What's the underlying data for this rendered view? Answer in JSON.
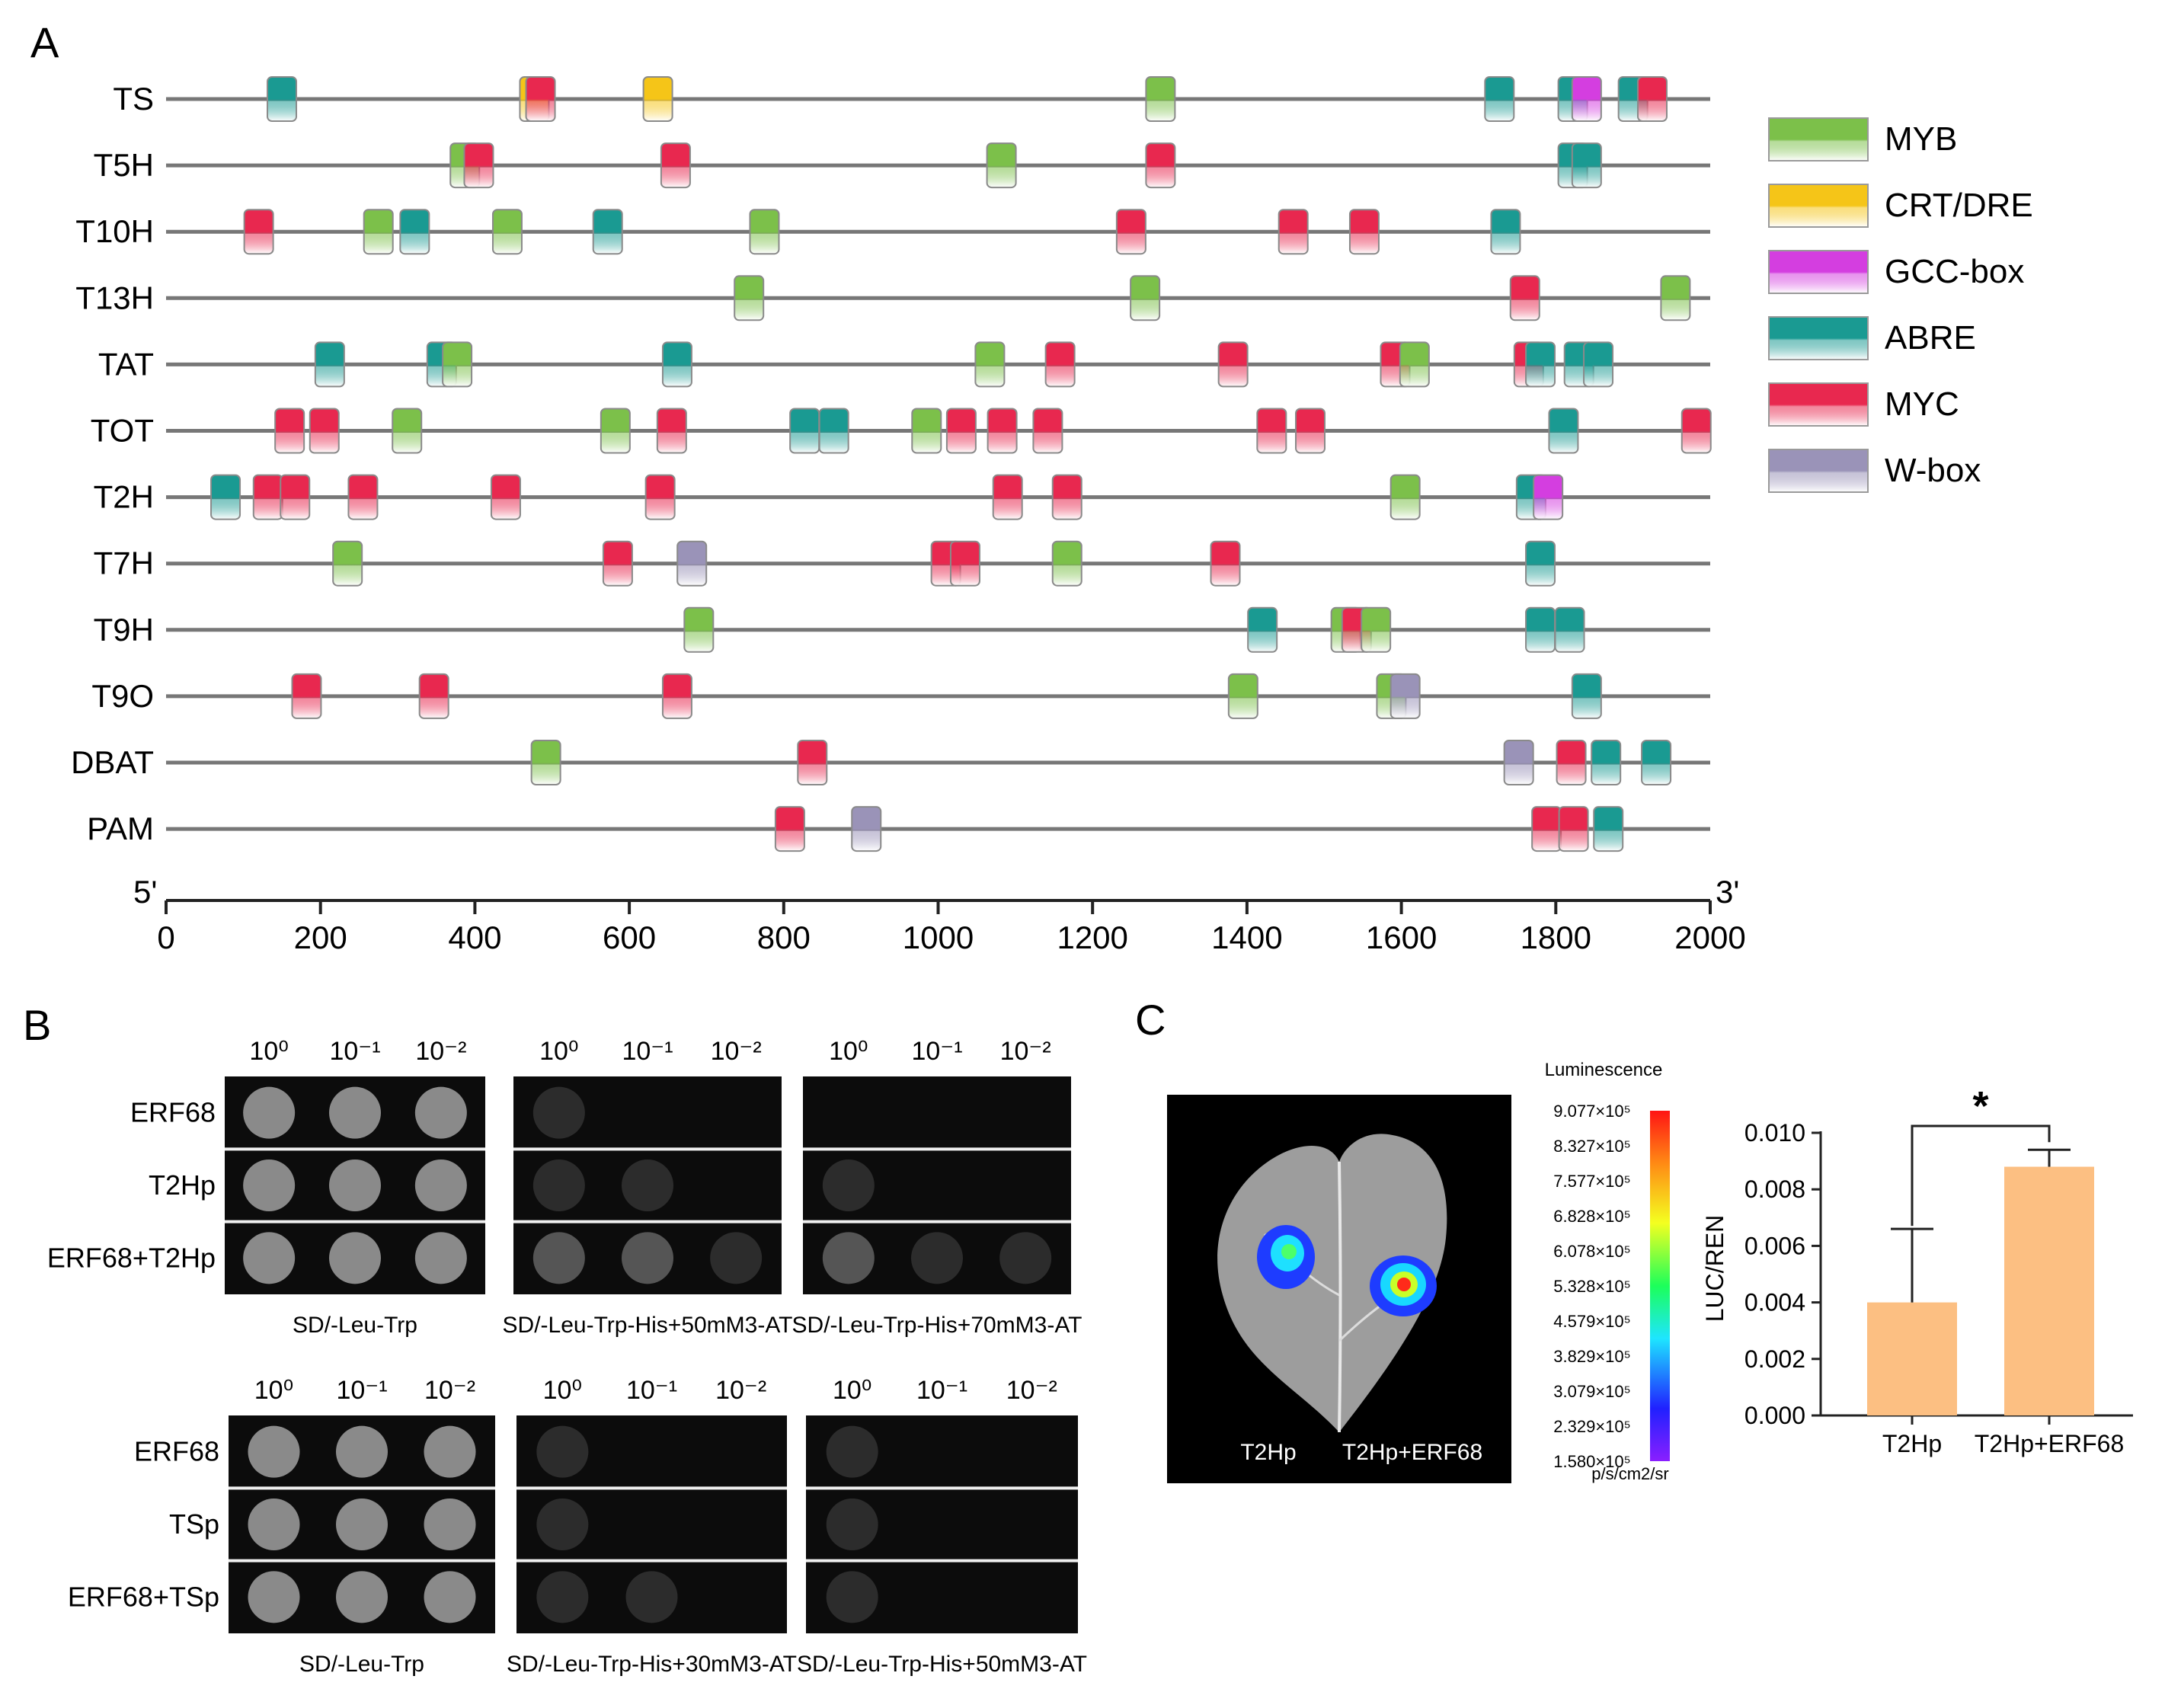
{
  "panel_a": {
    "label": "A",
    "axis_start_label": "5'",
    "axis_end_label": "3'",
    "ticks": [
      "0",
      "200",
      "400",
      "600",
      "800",
      "1000",
      "1200",
      "1400",
      "1600",
      "1800",
      "2000"
    ],
    "legend": [
      {
        "name": "MYB",
        "color": "#7cc04a"
      },
      {
        "name": "CRT/DRE",
        "color": "#f5c518"
      },
      {
        "name": "GCC-box",
        "color": "#d43ee0"
      },
      {
        "name": "ABRE",
        "color": "#1a9a92"
      },
      {
        "name": "MYC",
        "color": "#e8284f"
      },
      {
        "name": "W-box",
        "color": "#9a93b8"
      }
    ],
    "genes": [
      {
        "name": "TS",
        "elements": [
          [
            "ABRE",
            150
          ],
          [
            "CRT/DRE",
            477
          ],
          [
            "MYC",
            485
          ],
          [
            "CRT/DRE",
            637
          ],
          [
            "MYB",
            1288
          ],
          [
            "ABRE",
            1727
          ],
          [
            "ABRE",
            1822
          ],
          [
            "GCC-box",
            1840
          ],
          [
            "ABRE",
            1900
          ],
          [
            "MYC",
            1925
          ]
        ]
      },
      {
        "name": "T5H",
        "elements": [
          [
            "MYB",
            387
          ],
          [
            "MYC",
            405
          ],
          [
            "MYC",
            660
          ],
          [
            "MYB",
            1082
          ],
          [
            "MYC",
            1288
          ],
          [
            "ABRE",
            1822
          ],
          [
            "ABRE",
            1840
          ]
        ]
      },
      {
        "name": "T10H",
        "elements": [
          [
            "MYC",
            120
          ],
          [
            "MYB",
            275
          ],
          [
            "ABRE",
            322
          ],
          [
            "MYB",
            442
          ],
          [
            "ABRE",
            572
          ],
          [
            "MYB",
            775
          ],
          [
            "MYC",
            1250
          ],
          [
            "MYC",
            1460
          ],
          [
            "MYC",
            1552
          ],
          [
            "ABRE",
            1735
          ]
        ]
      },
      {
        "name": "T13H",
        "elements": [
          [
            "MYB",
            755
          ],
          [
            "MYB",
            1268
          ],
          [
            "MYC",
            1760
          ],
          [
            "MYB",
            1955
          ]
        ]
      },
      {
        "name": "TAT",
        "elements": [
          [
            "ABRE",
            212
          ],
          [
            "ABRE",
            357
          ],
          [
            "MYB",
            377
          ],
          [
            "ABRE",
            662
          ],
          [
            "MYB",
            1067
          ],
          [
            "MYC",
            1158
          ],
          [
            "MYC",
            1382
          ],
          [
            "MYC",
            1592
          ],
          [
            "MYB",
            1617
          ],
          [
            "MYC",
            1765
          ],
          [
            "ABRE",
            1780
          ],
          [
            "ABRE",
            1830
          ],
          [
            "ABRE",
            1855
          ]
        ]
      },
      {
        "name": "TOT",
        "elements": [
          [
            "MYC",
            160
          ],
          [
            "MYC",
            205
          ],
          [
            "MYB",
            312
          ],
          [
            "MYB",
            582
          ],
          [
            "MYC",
            655
          ],
          [
            "ABRE",
            827
          ],
          [
            "ABRE",
            865
          ],
          [
            "MYB",
            985
          ],
          [
            "MYC",
            1030
          ],
          [
            "MYC",
            1083
          ],
          [
            "MYC",
            1142
          ],
          [
            "MYC",
            1432
          ],
          [
            "MYC",
            1482
          ],
          [
            "ABRE",
            1810
          ],
          [
            "MYC",
            1982
          ]
        ]
      },
      {
        "name": "T2H",
        "elements": [
          [
            "ABRE",
            77
          ],
          [
            "MYC",
            132
          ],
          [
            "MYC",
            167
          ],
          [
            "MYC",
            255
          ],
          [
            "MYC",
            440
          ],
          [
            "MYC",
            640
          ],
          [
            "MYC",
            1090
          ],
          [
            "MYC",
            1167
          ],
          [
            "MYB",
            1605
          ],
          [
            "ABRE",
            1768
          ],
          [
            "GCC-box",
            1790
          ]
        ]
      },
      {
        "name": "T7H",
        "elements": [
          [
            "MYB",
            235
          ],
          [
            "MYC",
            585
          ],
          [
            "W-box",
            681
          ],
          [
            "MYC",
            1010
          ],
          [
            "MYC",
            1035
          ],
          [
            "MYB",
            1167
          ],
          [
            "MYC",
            1372
          ],
          [
            "ABRE",
            1780
          ]
        ]
      },
      {
        "name": "T9H",
        "elements": [
          [
            "MYB",
            690
          ],
          [
            "ABRE",
            1420
          ],
          [
            "MYB",
            1528
          ],
          [
            "MYC",
            1542
          ],
          [
            "MYB",
            1567
          ],
          [
            "ABRE",
            1780
          ],
          [
            "ABRE",
            1818
          ]
        ]
      },
      {
        "name": "T9O",
        "elements": [
          [
            "MYC",
            182
          ],
          [
            "MYC",
            347
          ],
          [
            "MYC",
            662
          ],
          [
            "MYB",
            1395
          ],
          [
            "MYB",
            1587
          ],
          [
            "W-box",
            1605
          ],
          [
            "ABRE",
            1840
          ]
        ]
      },
      {
        "name": "DBAT",
        "elements": [
          [
            "MYB",
            492
          ],
          [
            "MYC",
            837
          ],
          [
            "W-box",
            1752
          ],
          [
            "MYC",
            1820
          ],
          [
            "ABRE",
            1865
          ],
          [
            "ABRE",
            1930
          ]
        ]
      },
      {
        "name": "PAM",
        "elements": [
          [
            "MYC",
            808
          ],
          [
            "W-box",
            907
          ],
          [
            "MYC",
            1788
          ],
          [
            "MYC",
            1823
          ],
          [
            "ABRE",
            1868
          ]
        ]
      }
    ]
  },
  "panel_b": {
    "label": "B",
    "dilutions": [
      "10⁰",
      "10⁻¹",
      "10⁻²"
    ],
    "top": {
      "rows": [
        "ERF68",
        "T2Hp",
        "ERF68+T2Hp"
      ],
      "media": [
        "SD/-Leu-Trp",
        "SD/-Leu-Trp-His+50mM3-AT",
        "SD/-Leu-Trp-His+70mM3-AT"
      ]
    },
    "bottom": {
      "rows": [
        "ERF68",
        "TSp",
        "ERF68+TSp"
      ],
      "media": [
        "SD/-Leu-Trp",
        "SD/-Leu-Trp-His+30mM3-AT",
        "SD/-Leu-Trp-His+50mM3-AT"
      ]
    }
  },
  "panel_c": {
    "label": "C",
    "image_labels": [
      "T2Hp",
      "T2Hp+ERF68"
    ],
    "colorbar_title": "Luminescence",
    "colorbar_unit": "p/s/cm2/sr",
    "colorbar_ticks": [
      "9.077×10⁵",
      "8.327×10⁵",
      "7.577×10⁵",
      "6.828×10⁵",
      "6.078×10⁵",
      "5.328×10⁵",
      "4.579×10⁵",
      "3.829×10⁵",
      "3.079×10⁵",
      "2.329×10⁵",
      "1.580×10⁵"
    ],
    "significance": "*"
  },
  "chart_data": {
    "type": "bar",
    "categories": [
      "T2Hp",
      "T2Hp+ERF68"
    ],
    "values": [
      0.004,
      0.0088
    ],
    "errors": [
      0.0026,
      0.0006
    ],
    "ylabel": "LUC/REN",
    "ylim": [
      0,
      0.01
    ],
    "yticks": [
      "0.000",
      "0.002",
      "0.004",
      "0.006",
      "0.008",
      "0.010"
    ],
    "bar_color": "#fcbf82",
    "significance": "*"
  }
}
